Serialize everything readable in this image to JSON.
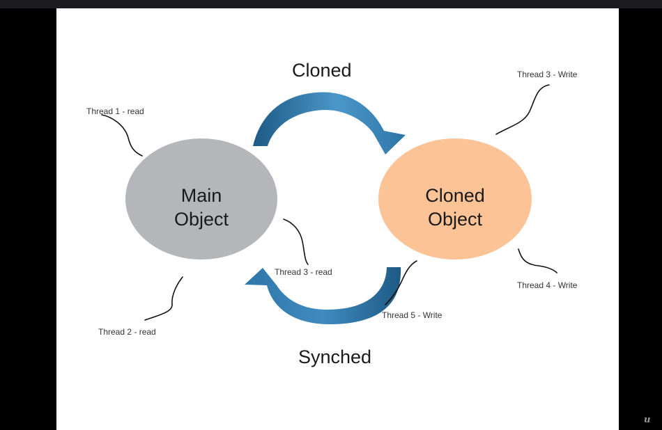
{
  "labels": {
    "cloned": "Cloned",
    "synched": "Synched"
  },
  "nodes": {
    "main": {
      "line1": "Main",
      "line2": "Object",
      "color": "#b4b6ba"
    },
    "cloned": {
      "line1": "Cloned",
      "line2": "Object",
      "color": "#fcc396"
    }
  },
  "threads": {
    "t1": "Thread 1 - read",
    "t2": "Thread 2 - read",
    "t3_read": "Thread 3 - read",
    "t3_write": "Thread 3 - Write",
    "t4": "Thread 4 - Write",
    "t5": "Thread 5 - Write"
  },
  "colors": {
    "arrow_dark": "#1e5a85",
    "arrow_light": "#4a97c9",
    "slide_bg": "#ffffff",
    "frame_bg": "#000000"
  },
  "watermark": "u"
}
